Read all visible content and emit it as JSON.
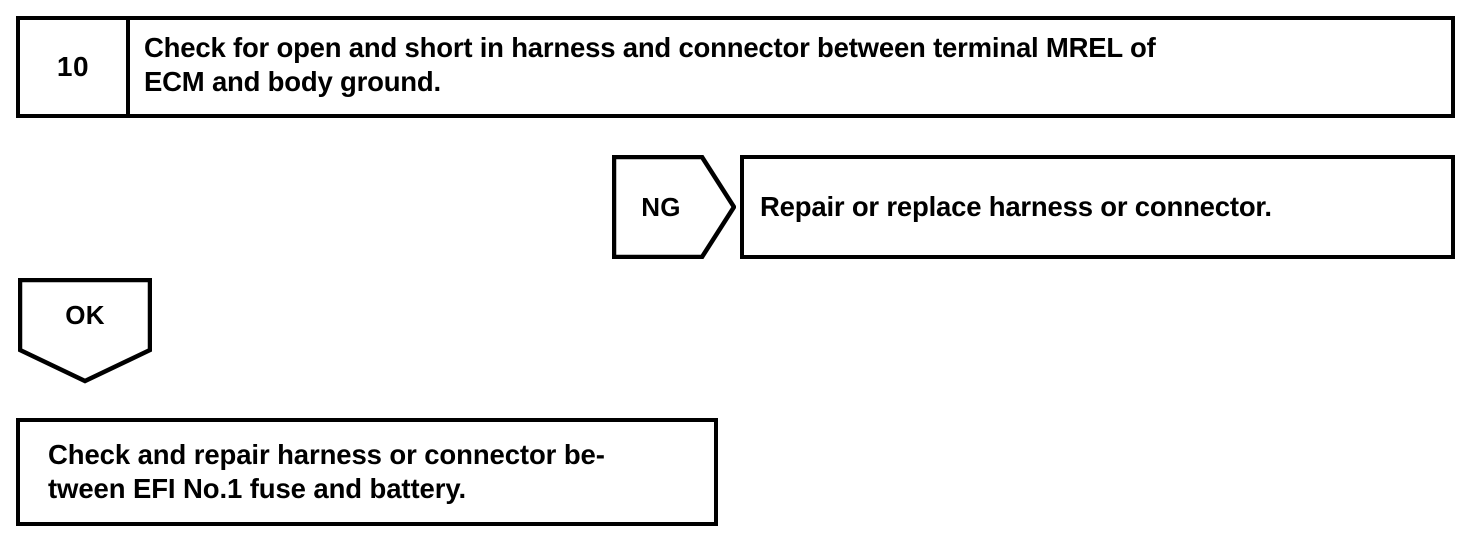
{
  "flowchart": {
    "step": {
      "number": "10",
      "instruction": "Check for open and short in harness and connector between terminal MREL of\nECM and body ground."
    },
    "branches": [
      {
        "judgement": "NG",
        "direction": "right",
        "result": "Repair or replace harness or connector."
      },
      {
        "judgement": "OK",
        "direction": "down",
        "result": "Check and repair harness or connector be-\ntween EFI No.1 fuse and battery."
      }
    ],
    "colors": {
      "background": "#ffffff",
      "ink": "#000000",
      "border": "#000000"
    }
  }
}
